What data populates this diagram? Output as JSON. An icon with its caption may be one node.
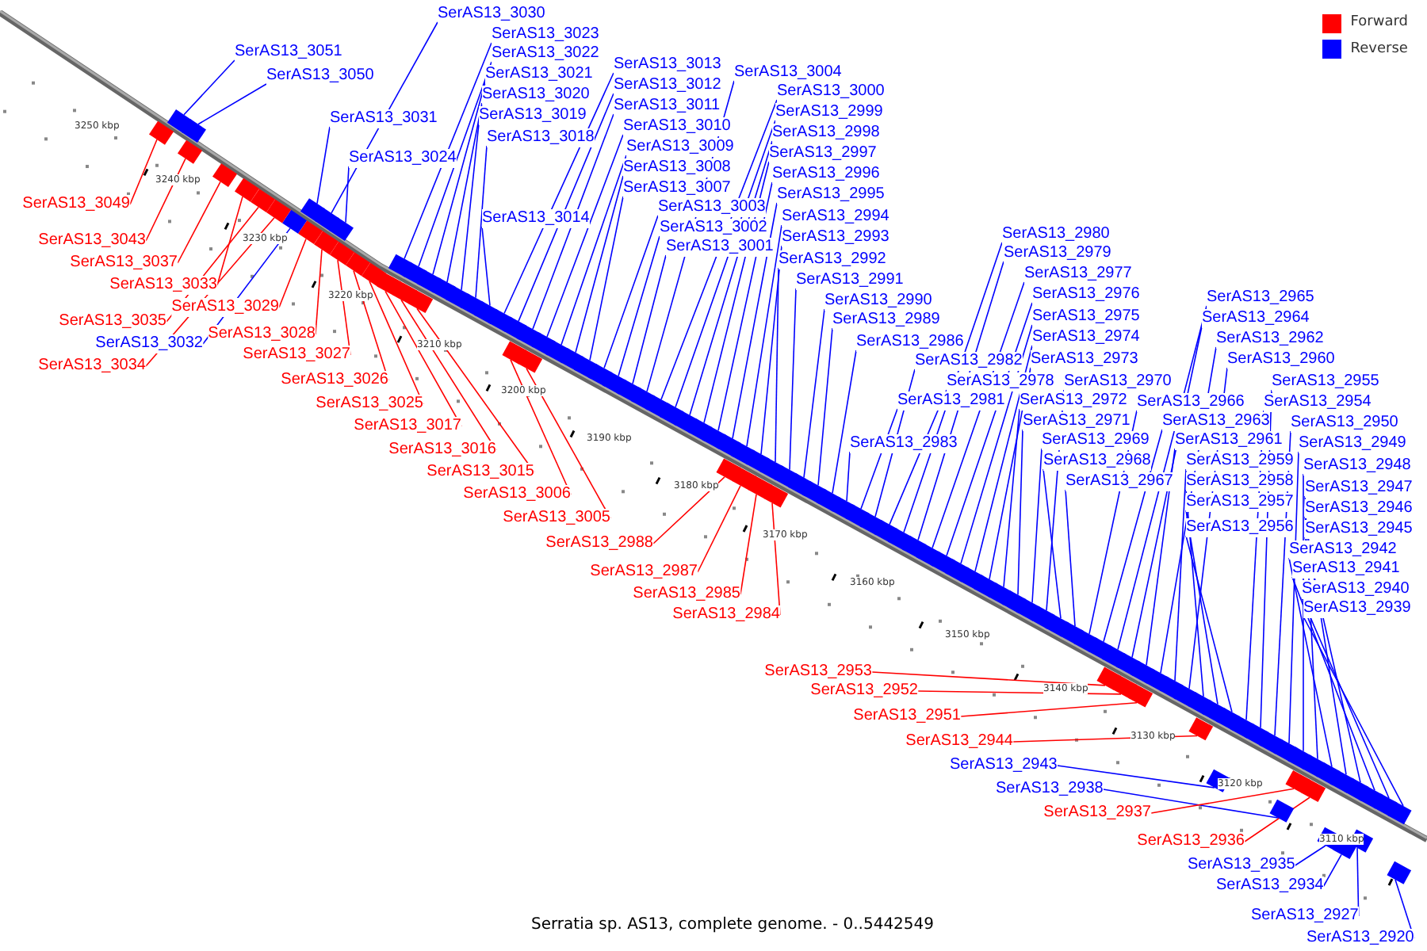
{
  "diagram": {
    "caption": "Serratia sp. AS13, complete genome. - 0..5442549",
    "nodes": [
      {
        "text": [
          "SerAS13_3030"
        ]
      },
      {
        "text": [
          "SerAS13_3051"
        ]
      },
      {
        "text": [
          "SerAS13_3050"
        ]
      },
      {
        "text": [
          "SerAS13_3023"
        ]
      },
      {
        "text": [
          "SerAS13_3022"
        ]
      },
      {
        "text": [
          "SerAS13_3021"
        ]
      },
      {
        "text": [
          "SerAS13_3020"
        ]
      },
      {
        "text": [
          "SerAS13_3019"
        ]
      },
      {
        "text": [
          "SerAS13_3031"
        ]
      },
      {
        "text": [
          "SerAS13_3018"
        ]
      },
      {
        "text": [
          "SerAS13_3024"
        ]
      },
      {
        "text": [
          "SerAS13_3014"
        ]
      },
      {
        "text": [
          "SerAS13_3013"
        ]
      },
      {
        "text": [
          "SerAS13_3012"
        ]
      },
      {
        "text": [
          "SerAS13_3011"
        ]
      },
      {
        "text": [
          "SerAS13_3010"
        ]
      },
      {
        "text": [
          "SerAS13_3009"
        ]
      },
      {
        "text": [
          "SerAS13_3008"
        ]
      },
      {
        "text": [
          "SerAS13_3007"
        ]
      },
      {
        "text": [
          "SerAS13_3003"
        ]
      },
      {
        "text": [
          "SerAS13_3002"
        ]
      },
      {
        "text": [
          "SerAS13_3001"
        ]
      },
      {
        "text": [
          "SerAS13_3004"
        ]
      },
      {
        "text": [
          "SerAS13_3000"
        ]
      },
      {
        "text": [
          "SerAS13_2999"
        ]
      },
      {
        "text": [
          "SerAS13_2998"
        ]
      },
      {
        "text": [
          "SerAS13_2997"
        ]
      },
      {
        "text": [
          "SerAS13_2996"
        ]
      },
      {
        "text": [
          "SerAS13_2995"
        ]
      },
      {
        "text": [
          "SerAS13_2994"
        ]
      },
      {
        "text": [
          "SerAS13_2993"
        ]
      },
      {
        "text": [
          "SerAS13_2992"
        ]
      },
      {
        "text": [
          "SerAS13_2991"
        ]
      },
      {
        "text": [
          "SerAS13_2990"
        ]
      },
      {
        "text": [
          "SerAS13_2989"
        ]
      },
      {
        "text": [
          "SerAS13_2986"
        ]
      },
      {
        "text": [
          "SerAS13_2982"
        ]
      },
      {
        "text": [
          "SerAS13_2978"
        ]
      },
      {
        "text": [
          "SerAS13_2981"
        ]
      },
      {
        "text": [
          "SerAS13_2983"
        ]
      },
      {
        "text": [
          "SerAS13_2980"
        ]
      },
      {
        "text": [
          "SerAS13_2979"
        ]
      },
      {
        "text": [
          "SerAS13_2977"
        ]
      },
      {
        "text": [
          "SerAS13_2976"
        ]
      },
      {
        "text": [
          "SerAS13_2975"
        ]
      },
      {
        "text": [
          "SerAS13_2974"
        ]
      },
      {
        "text": [
          "SerAS13_2973"
        ]
      },
      {
        "text": [
          "SerAS13_2970"
        ]
      },
      {
        "text": [
          "SerAS13_2972"
        ]
      },
      {
        "text": [
          "SerAS13_2971"
        ]
      },
      {
        "text": [
          "SerAS13_2969"
        ]
      },
      {
        "text": [
          "SerAS13_2968"
        ]
      },
      {
        "text": [
          "SerAS13_2967"
        ]
      },
      {
        "text": [
          "SerAS13_2965"
        ]
      },
      {
        "text": [
          "SerAS13_2964"
        ]
      },
      {
        "text": [
          "SerAS13_2962"
        ]
      },
      {
        "text": [
          "SerAS13_2960"
        ]
      },
      {
        "text": [
          "SerAS13_2955"
        ]
      },
      {
        "text": [
          "SerAS13_2954"
        ]
      },
      {
        "text": [
          "SerAS13_2966"
        ]
      },
      {
        "text": [
          "SerAS13_2963"
        ]
      },
      {
        "text": [
          "SerAS13_2961"
        ]
      },
      {
        "text": [
          "SerAS13_2959"
        ]
      },
      {
        "text": [
          "SerAS13_2958"
        ]
      },
      {
        "text": [
          "SerAS13_2957"
        ]
      },
      {
        "text": [
          "SerAS13_2956"
        ]
      },
      {
        "text": [
          "SerAS13_2950"
        ]
      },
      {
        "text": [
          "SerAS13_2949"
        ]
      },
      {
        "text": [
          "SerAS13_2948"
        ]
      },
      {
        "text": [
          "SerAS13_2947"
        ]
      },
      {
        "text": [
          "SerAS13_2946"
        ]
      },
      {
        "text": [
          "SerAS13_2945"
        ]
      },
      {
        "text": [
          "SerAS13_2942"
        ]
      },
      {
        "text": [
          "SerAS13_2941"
        ]
      },
      {
        "text": [
          "SerAS13_2940"
        ]
      },
      {
        "text": [
          "SerAS13_2939"
        ]
      },
      {
        "text": [
          "SerAS13_2943"
        ]
      },
      {
        "text": [
          "SerAS13_2938"
        ]
      },
      {
        "text": [
          "SerAS13_2935"
        ]
      },
      {
        "text": [
          "SerAS13_2934"
        ]
      },
      {
        "text": [
          "SerAS13_2927"
        ]
      },
      {
        "text": [
          "SerAS13_2920"
        ]
      },
      {
        "text": [
          "SerAS13_3049"
        ]
      },
      {
        "text": [
          "SerAS13_3043"
        ]
      },
      {
        "text": [
          "SerAS13_3037"
        ]
      },
      {
        "text": [
          "SerAS13_3033"
        ]
      },
      {
        "text": [
          "SerAS13_3035"
        ]
      },
      {
        "text": [
          "SerAS13_3029"
        ]
      },
      {
        "text": [
          "SerAS13_3032"
        ]
      },
      {
        "text": [
          "SerAS13_3034"
        ]
      },
      {
        "text": [
          "SerAS13_3028"
        ]
      },
      {
        "text": [
          "SerAS13_3027"
        ]
      },
      {
        "text": [
          "SerAS13_3026"
        ]
      },
      {
        "text": [
          "SerAS13_3025"
        ]
      },
      {
        "text": [
          "SerAS13_3017"
        ]
      },
      {
        "text": [
          "SerAS13_3016"
        ]
      },
      {
        "text": [
          "SerAS13_3015"
        ]
      },
      {
        "text": [
          "SerAS13_3006"
        ]
      },
      {
        "text": [
          "SerAS13_3005"
        ]
      },
      {
        "text": [
          "SerAS13_2988"
        ]
      },
      {
        "text": [
          "SerAS13_2987"
        ]
      },
      {
        "text": [
          "SerAS13_2985"
        ]
      },
      {
        "text": [
          "SerAS13_2984"
        ]
      },
      {
        "text": [
          "SerAS13_2953"
        ]
      },
      {
        "text": [
          "SerAS13_2952"
        ]
      },
      {
        "text": [
          "SerAS13_2951"
        ]
      },
      {
        "text": [
          "SerAS13_2944"
        ]
      },
      {
        "text": [
          "SerAS13_2937"
        ]
      },
      {
        "text": [
          "SerAS13_2936"
        ]
      },
      {
        "text": [],
        "shape": "arrow"
      },
      {
        "text": [],
        "shape": "arrow"
      },
      {
        "text": [],
        "shape": "arrow"
      },
      {
        "text": [],
        "shape": "arrow"
      },
      {
        "text": [],
        "shape": "arrow"
      },
      {
        "text": [],
        "shape": "arrow"
      },
      {
        "text": [],
        "shape": "arrow"
      },
      {
        "text": [],
        "shape": "arrow"
      },
      {
        "text": [],
        "shape": "arrow"
      },
      {
        "text": [],
        "shape": "arrow"
      },
      {
        "text": [],
        "shape": "arrow"
      },
      {
        "text": [],
        "shape": "arrow"
      },
      {
        "text": [],
        "shape": "arrow"
      },
      {
        "text": [],
        "shape": "arrow"
      },
      {
        "text": [],
        "shape": "arrow"
      },
      {
        "text": [],
        "shape": "arrow"
      },
      {
        "text": [],
        "shape": "arrow"
      },
      {
        "text": [],
        "shape": "arrow"
      },
      {
        "text": [],
        "shape": "arrow"
      },
      {
        "text": [],
        "shape": "arrow"
      },
      {
        "text": [],
        "shape": "arrow"
      },
      {
        "text": [],
        "shape": "arrow"
      },
      {
        "text": [],
        "shape": "arrow"
      },
      {
        "text": [],
        "shape": "arrow"
      },
      {
        "text": [],
        "shape": "arrow"
      },
      {
        "text": [],
        "shape": "arrow"
      },
      {
        "text": [],
        "shape": "arrow"
      },
      {
        "text": [],
        "shape": "arrow"
      },
      {
        "text": [],
        "shape": "arrow"
      },
      {
        "text": [],
        "shape": "arrow"
      },
      {
        "text": [],
        "shape": "arrow"
      },
      {
        "text": [],
        "shape": "arrow"
      },
      {
        "text": [],
        "shape": "arrow"
      },
      {
        "text": [],
        "shape": "arrow"
      },
      {
        "text": [],
        "shape": "arrow"
      },
      {
        "text": [],
        "shape": "arrow"
      },
      {
        "text": [],
        "shape": "arrow"
      },
      {
        "text": [],
        "shape": "arrow"
      },
      {
        "text": [],
        "shape": "arrow"
      },
      {
        "text": [],
        "shape": "arrow"
      },
      {
        "text": [],
        "shape": "arrow"
      },
      {
        "text": [],
        "shape": "arrow"
      },
      {
        "text": [],
        "shape": "arrow"
      },
      {
        "text": [],
        "shape": "arrow"
      },
      {
        "text": [],
        "shape": "arrow"
      },
      {
        "text": [],
        "shape": "arrow"
      },
      {
        "text": [],
        "shape": "arrow"
      },
      {
        "text": [],
        "shape": "arrow"
      },
      {
        "text": [],
        "shape": "arrow"
      },
      {
        "text": [],
        "shape": "arrow"
      },
      {
        "text": [],
        "shape": "arrow"
      },
      {
        "text": [],
        "shape": "arrow"
      },
      {
        "text": [],
        "shape": "arrow"
      },
      {
        "text": [],
        "shape": "arrow"
      },
      {
        "text": [],
        "shape": "arrow"
      },
      {
        "text": [],
        "shape": "arrow"
      },
      {
        "text": [],
        "shape": "arrow"
      },
      {
        "text": [],
        "shape": "arrow"
      },
      {
        "text": [],
        "shape": "arrow"
      },
      {
        "text": [],
        "shape": "arrow"
      },
      {
        "text": [],
        "shape": "arrow"
      },
      {
        "text": [],
        "shape": "arrow"
      },
      {
        "text": [],
        "shape": "arrow"
      },
      {
        "text": [],
        "shape": "arrow"
      },
      {
        "text": [],
        "shape": "arrow"
      },
      {
        "text": [],
        "shape": "arrow"
      },
      {
        "text": [],
        "shape": "arrow"
      },
      {
        "text": [],
        "shape": "arrow"
      },
      {
        "text": [],
        "shape": "arrow"
      },
      {
        "text": [],
        "shape": "arrow"
      },
      {
        "text": [],
        "shape": "arrow"
      },
      {
        "text": [],
        "shape": "arrow"
      },
      {
        "text": [],
        "shape": "arrow"
      },
      {
        "text": [],
        "shape": "arrow"
      },
      {
        "text": [],
        "shape": "arrow"
      },
      {
        "text": [],
        "shape": "arrow"
      },
      {
        "text": [],
        "shape": "arrow"
      },
      {
        "text": [],
        "shape": "arrow"
      },
      {
        "text": [],
        "shape": "arrow"
      },
      {
        "text": [],
        "shape": "arrow"
      },
      {
        "text": [],
        "shape": "arrow"
      },
      {
        "text": [],
        "shape": "arrow"
      },
      {
        "text": [],
        "shape": "arrow"
      },
      {
        "text": [],
        "shape": "arrow"
      },
      {
        "text": [],
        "shape": "arrow"
      },
      {
        "text": [],
        "shape": "arrow"
      },
      {
        "text": [],
        "shape": "arrow"
      },
      {
        "text": [],
        "shape": "arrow"
      },
      {
        "text": [],
        "shape": "arrow"
      },
      {
        "text": [],
        "shape": "arrow"
      },
      {
        "text": [],
        "shape": "arrow"
      },
      {
        "text": [],
        "shape": "arrow"
      },
      {
        "text": [],
        "shape": "arrow"
      },
      {
        "text": [],
        "shape": "arrow"
      },
      {
        "text": [],
        "shape": "arrow"
      },
      {
        "text": [],
        "shape": "arrow"
      },
      {
        "text": [],
        "shape": "arrow"
      },
      {
        "text": [],
        "shape": "arrow"
      },
      {
        "text": [],
        "shape": "arrow"
      },
      {
        "text": [],
        "shape": "arrow"
      },
      {
        "text": [],
        "shape": "arrow"
      },
      {
        "text": [],
        "shape": "arrow"
      },
      {
        "text": [],
        "shape": "arrow"
      },
      {
        "text": [],
        "shape": "arrow"
      },
      {
        "text": [],
        "shape": "arrow"
      },
      {
        "text": [],
        "shape": "arrow"
      },
      {
        "text": [],
        "shape": "arrow"
      },
      {
        "text": [],
        "shape": "arrow"
      },
      {
        "text": [],
        "shape": "arrow"
      }
    ],
    "edges": [
      {
        "from": 0,
        "to": 109,
        "arrow": "none"
      },
      {
        "from": 1,
        "to": 110,
        "arrow": "none"
      },
      {
        "from": 2,
        "to": 111,
        "arrow": "none"
      },
      {
        "from": 3,
        "to": 112,
        "arrow": "none"
      },
      {
        "from": 4,
        "to": 113,
        "arrow": "none"
      },
      {
        "from": 5,
        "to": 114,
        "arrow": "none"
      },
      {
        "from": 6,
        "to": 115,
        "arrow": "none"
      },
      {
        "from": 7,
        "to": 116,
        "arrow": "none"
      },
      {
        "from": 8,
        "to": 117,
        "arrow": "none"
      },
      {
        "from": 9,
        "to": 118,
        "arrow": "none"
      },
      {
        "from": 10,
        "to": 119,
        "arrow": "none"
      },
      {
        "from": 11,
        "to": 120,
        "arrow": "none"
      },
      {
        "from": 12,
        "to": 121,
        "arrow": "none"
      },
      {
        "from": 13,
        "to": 122,
        "arrow": "none"
      },
      {
        "from": 14,
        "to": 123,
        "arrow": "none"
      },
      {
        "from": 15,
        "to": 124,
        "arrow": "none"
      },
      {
        "from": 16,
        "to": 125,
        "arrow": "none"
      },
      {
        "from": 17,
        "to": 126,
        "arrow": "none"
      },
      {
        "from": 18,
        "to": 127,
        "arrow": "none"
      },
      {
        "from": 19,
        "to": 128,
        "arrow": "none"
      },
      {
        "from": 20,
        "to": 129,
        "arrow": "none"
      },
      {
        "from": 21,
        "to": 130,
        "arrow": "none"
      },
      {
        "from": 22,
        "to": 131,
        "arrow": "none"
      },
      {
        "from": 23,
        "to": 132,
        "arrow": "none"
      },
      {
        "from": 24,
        "to": 133,
        "arrow": "none"
      },
      {
        "from": 25,
        "to": 134,
        "arrow": "none"
      },
      {
        "from": 26,
        "to": 135,
        "arrow": "none"
      },
      {
        "from": 27,
        "to": 136,
        "arrow": "none"
      },
      {
        "from": 28,
        "to": 137,
        "arrow": "none"
      },
      {
        "from": 29,
        "to": 138,
        "arrow": "none"
      },
      {
        "from": 30,
        "to": 139,
        "arrow": "none"
      },
      {
        "from": 31,
        "to": 140,
        "arrow": "none"
      },
      {
        "from": 32,
        "to": 141,
        "arrow": "none"
      },
      {
        "from": 33,
        "to": 142,
        "arrow": "none"
      },
      {
        "from": 34,
        "to": 143,
        "arrow": "none"
      },
      {
        "from": 35,
        "to": 144,
        "arrow": "none"
      },
      {
        "from": 36,
        "to": 145,
        "arrow": "none"
      },
      {
        "from": 37,
        "to": 146,
        "arrow": "none"
      },
      {
        "from": 38,
        "to": 147,
        "arrow": "none"
      },
      {
        "from": 39,
        "to": 148,
        "arrow": "none"
      },
      {
        "from": 40,
        "to": 149,
        "arrow": "none"
      },
      {
        "from": 41,
        "to": 150,
        "arrow": "none"
      },
      {
        "from": 42,
        "to": 151,
        "arrow": "none"
      },
      {
        "from": 43,
        "to": 152,
        "arrow": "none"
      },
      {
        "from": 44,
        "to": 153,
        "arrow": "none"
      },
      {
        "from": 45,
        "to": 154,
        "arrow": "none"
      },
      {
        "from": 46,
        "to": 155,
        "arrow": "none"
      },
      {
        "from": 47,
        "to": 156,
        "arrow": "none"
      },
      {
        "from": 48,
        "to": 157,
        "arrow": "none"
      },
      {
        "from": 49,
        "to": 158,
        "arrow": "none"
      },
      {
        "from": 50,
        "to": 159,
        "arrow": "none"
      },
      {
        "from": 51,
        "to": 160,
        "arrow": "none"
      },
      {
        "from": 52,
        "to": 161,
        "arrow": "none"
      },
      {
        "from": 53,
        "to": 162,
        "arrow": "none"
      },
      {
        "from": 54,
        "to": 163,
        "arrow": "none"
      },
      {
        "from": 55,
        "to": 164,
        "arrow": "none"
      },
      {
        "from": 56,
        "to": 165,
        "arrow": "none"
      },
      {
        "from": 57,
        "to": 166,
        "arrow": "none"
      },
      {
        "from": 58,
        "to": 167,
        "arrow": "none"
      },
      {
        "from": 59,
        "to": 168,
        "arrow": "none"
      },
      {
        "from": 60,
        "to": 169,
        "arrow": "none"
      },
      {
        "from": 61,
        "to": 170,
        "arrow": "none"
      },
      {
        "from": 62,
        "to": 171,
        "arrow": "none"
      },
      {
        "from": 63,
        "to": 172,
        "arrow": "none"
      },
      {
        "from": 64,
        "to": 173,
        "arrow": "none"
      },
      {
        "from": 65,
        "to": 174,
        "arrow": "none"
      },
      {
        "from": 66,
        "to": 175,
        "arrow": "none"
      },
      {
        "from": 67,
        "to": 176,
        "arrow": "none"
      },
      {
        "from": 68,
        "to": 177,
        "arrow": "none"
      },
      {
        "from": 69,
        "to": 178,
        "arrow": "none"
      },
      {
        "from": 70,
        "to": 179,
        "arrow": "none"
      },
      {
        "from": 71,
        "to": 180,
        "arrow": "none"
      },
      {
        "from": 72,
        "to": 181,
        "arrow": "none"
      },
      {
        "from": 73,
        "to": 182,
        "arrow": "none"
      },
      {
        "from": 74,
        "to": 183,
        "arrow": "none"
      },
      {
        "from": 75,
        "to": 184,
        "arrow": "none"
      },
      {
        "from": 76,
        "to": 185,
        "arrow": "none"
      },
      {
        "from": 77,
        "to": 186,
        "arrow": "none"
      },
      {
        "from": 78,
        "to": 187,
        "arrow": "none"
      },
      {
        "from": 79,
        "to": 188,
        "arrow": "none"
      },
      {
        "from": 80,
        "to": 189,
        "arrow": "none"
      },
      {
        "from": 81,
        "to": 190,
        "arrow": "none"
      },
      {
        "from": 82,
        "to": 191,
        "arrow": "none",
        "color": "#ff0000"
      },
      {
        "from": 83,
        "to": 192,
        "arrow": "none",
        "color": "#ff0000"
      },
      {
        "from": 84,
        "to": 193,
        "arrow": "none",
        "color": "#ff0000"
      },
      {
        "from": 85,
        "to": 194,
        "arrow": "none",
        "color": "#ff0000"
      },
      {
        "from": 86,
        "to": 195,
        "arrow": "none",
        "color": "#ff0000"
      },
      {
        "from": 87,
        "to": 196,
        "arrow": "none",
        "color": "#ff0000"
      },
      {
        "from": 88,
        "to": 197,
        "arrow": "none"
      },
      {
        "from": 89,
        "to": 198,
        "arrow": "none",
        "color": "#ff0000"
      },
      {
        "from": 90,
        "to": 199,
        "arrow": "none",
        "color": "#ff0000"
      },
      {
        "from": 91,
        "to": 200,
        "arrow": "none",
        "color": "#ff0000"
      },
      {
        "from": 92,
        "to": 201,
        "arrow": "none",
        "color": "#ff0000"
      },
      {
        "from": 93,
        "to": 202,
        "arrow": "none",
        "color": "#ff0000"
      },
      {
        "from": 94,
        "to": 203,
        "arrow": "none",
        "color": "#ff0000"
      },
      {
        "from": 95,
        "to": 204,
        "arrow": "none",
        "color": "#ff0000"
      },
      {
        "from": 96,
        "to": 205,
        "arrow": "none",
        "color": "#ff0000"
      },
      {
        "from": 97,
        "to": 206,
        "arrow": "none",
        "color": "#ff0000"
      },
      {
        "from": 98,
        "to": 207,
        "arrow": "none",
        "color": "#ff0000"
      },
      {
        "from": 99,
        "to": 208,
        "arrow": "none",
        "color": "#ff0000"
      },
      {
        "from": 100,
        "to": 209,
        "arrow": "none",
        "color": "#ff0000"
      },
      {
        "from": 101,
        "to": 210,
        "arrow": "none",
        "color": "#ff0000"
      },
      {
        "from": 102,
        "to": 211,
        "arrow": "none",
        "color": "#ff0000"
      },
      {
        "from": 103,
        "to": 212,
        "arrow": "none",
        "color": "#ff0000"
      },
      {
        "from": 104,
        "to": 213,
        "arrow": "none",
        "color": "#ff0000"
      },
      {
        "from": 105,
        "to": 214,
        "arrow": "none",
        "color": "#ff0000"
      },
      {
        "from": 106,
        "to": 215,
        "arrow": "none",
        "color": "#ff0000"
      },
      {
        "from": 107,
        "to": 216,
        "arrow": "none",
        "color": "#ff0000"
      },
      {
        "from": 108,
        "to": 217,
        "arrow": "none",
        "color": "#ff0000"
      }
    ],
    "labels": [
      "3250 kbp",
      "3240 kbp",
      "3230 kbp",
      "3220 kbp",
      "3210 kbp",
      "3200 kbp",
      "3190 kbp",
      "3180 kbp",
      "3170 kbp",
      "3160 kbp",
      "3150 kbp",
      "3140 kbp",
      "3130 kbp",
      "3120 kbp",
      "3110 kbp"
    ],
    "legend": [
      {
        "text": "Forward",
        "color": "#ff0000"
      },
      {
        "text": "Reverse",
        "color": "#0000ff"
      }
    ]
  }
}
